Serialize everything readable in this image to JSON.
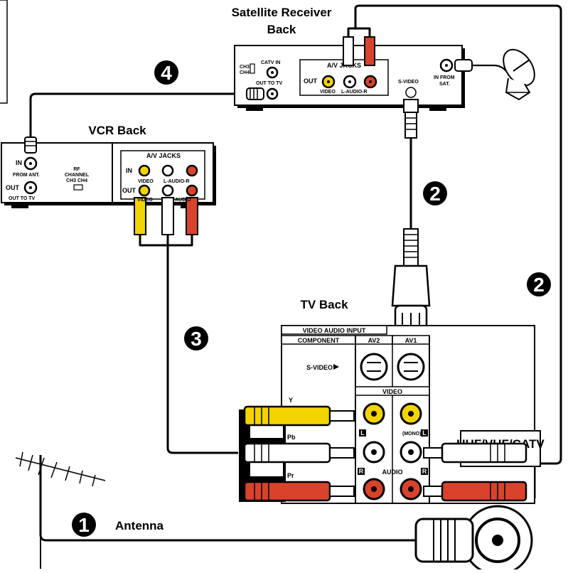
{
  "labels": {
    "satellite_title_1": "Satellite Receiver",
    "satellite_title_2": "Back",
    "vcr_title": "VCR Back",
    "tv_title": "TV Back",
    "antenna": "Antenna"
  },
  "satellite": {
    "ch3": "CH3",
    "ch4": "CH4",
    "catv_in": "CATV IN",
    "out_to_tv": "OUT TO TV",
    "av_jacks": "A/V JACKS",
    "out": "OUT",
    "video": "VIDEO",
    "l_audio_r": "L-AUDIO-R",
    "s_video": "S-VIDEO",
    "in_from": "IN FROM",
    "sat": "SAT."
  },
  "vcr": {
    "in": "IN",
    "from_ant": "FROM ANT.",
    "out": "OUT",
    "out_to_tv": "OUT TO TV",
    "rf_channel_1": "RF",
    "rf_channel_2": "CHANNEL",
    "rf_channel_3": "CH3  CH4",
    "av_jacks": "A/V JACKS",
    "in_2": "IN",
    "video": "VIDEO",
    "l_audio_r": "L-AUDIO-R",
    "out_2": "OUT",
    "video_2": "VIDEO",
    "audio": "AUDIO"
  },
  "tv": {
    "video_audio_input": "VIDEO AUDIO INPUT",
    "component": "COMPONENT",
    "av2": "AV2",
    "av1": "AV1",
    "s_video": "S-VIDEO",
    "video": "VIDEO",
    "y": "Y",
    "pb": "Pb",
    "pr": "Pr",
    "l": "L",
    "mono": "(MONO)",
    "r": "R",
    "audio": "AUDIO",
    "uhf_vhf_catv": "UHF/VHF/CATV"
  },
  "steps": {
    "one": "1",
    "two_a": "2",
    "two_b": "2",
    "three": "3",
    "four": "4"
  },
  "colors": {
    "yellow": "#f2d400",
    "red": "#d9432b",
    "white": "#ffffff",
    "black": "#000000"
  }
}
